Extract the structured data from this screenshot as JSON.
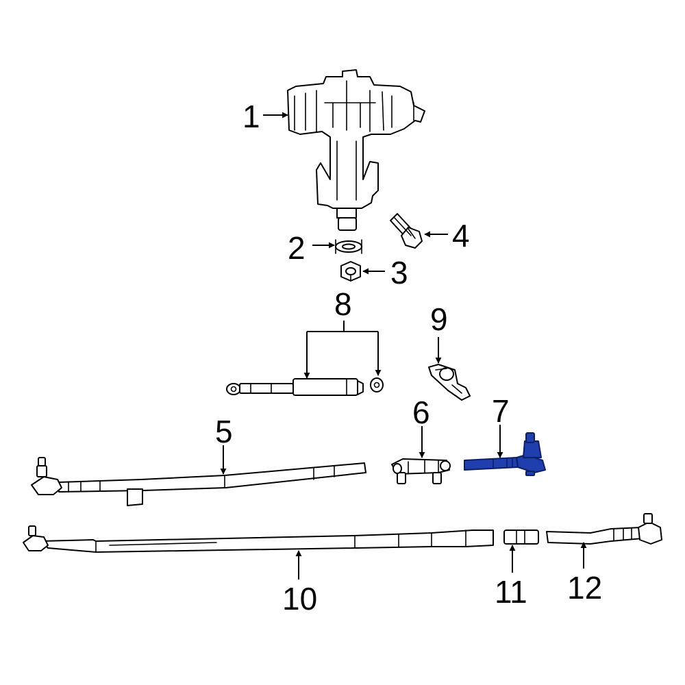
{
  "diagram": {
    "highlight_color": "#1f3fae",
    "highlighted_part": "7",
    "callouts": {
      "c1": "1",
      "c2": "2",
      "c3": "3",
      "c4": "4",
      "c5": "5",
      "c6": "6",
      "c7": "7",
      "c8": "8",
      "c9": "9",
      "c10": "10",
      "c11": "11",
      "c12": "12"
    }
  }
}
